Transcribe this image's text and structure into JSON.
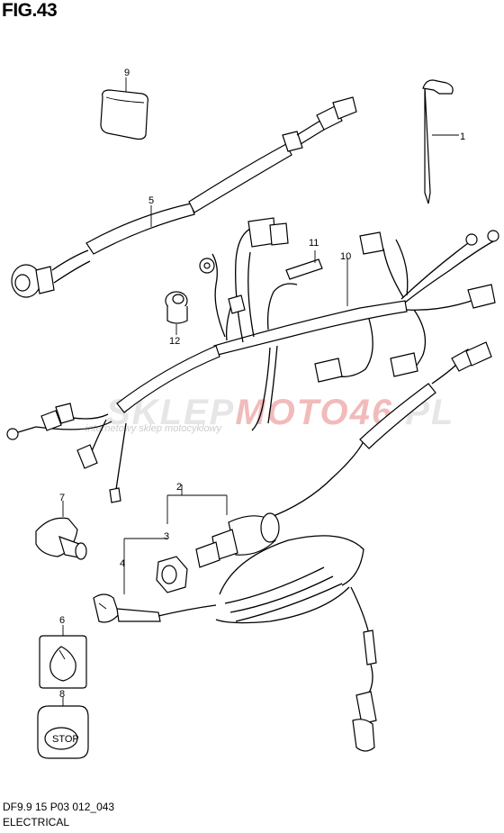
{
  "figure": {
    "title": "FIG.43",
    "footer_code": "DF9.9 15 P03 012_043",
    "footer_section": "ELECTRICAL"
  },
  "callouts": [
    "1",
    "2",
    "3",
    "4",
    "5",
    "6",
    "7",
    "8",
    "9",
    "10",
    "11",
    "12"
  ],
  "switch_label": "STOP",
  "watermark": {
    "text_main": "SKLEPMOTO46.PL",
    "text_main_prefix": "SKLEP",
    "text_main_accent": "MOTO46",
    "text_main_suffix": ".PL",
    "subtitle": "internetowy sklep motocyklowy",
    "accent_color": "#e07878"
  },
  "colors": {
    "line": "#000000",
    "background": "#ffffff"
  }
}
